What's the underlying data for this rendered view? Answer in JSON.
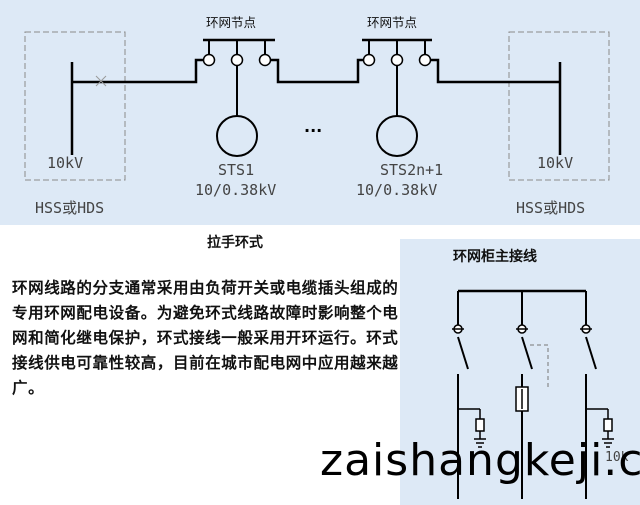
{
  "ring_network_diagram": {
    "node_label_1": "环网节点",
    "node_label_2": "环网节点",
    "left_substation_voltage": "10kV",
    "left_substation_name": "HSS或HDS",
    "right_substation_voltage": "10kV",
    "right_substation_name": "HSS或HDS",
    "sts_1_name": "STS1",
    "sts_1_rating": "10/0.38kV",
    "sts_2_name": "STS2n+1",
    "sts_2_rating": "10/0.38kV",
    "ellipsis": "...",
    "caption": "拉手环式"
  },
  "description": "环网线路的分支通常采用由负荷开关或电缆插头组成的专用环网配电设备。为避免环式线路故障时影响整个电网和简化继电保护，环式接线一般采用开环运行。环式接线供电可靠性较高，目前在城市配电网中应用越来越广。",
  "main_wiring": {
    "title": "环网柜主接线",
    "partial_label": "10k"
  },
  "watermark": "zaishangkeji.c",
  "colors": {
    "panel_background": "#dde9f6",
    "line": "#000000",
    "cad_text": "#444444"
  }
}
